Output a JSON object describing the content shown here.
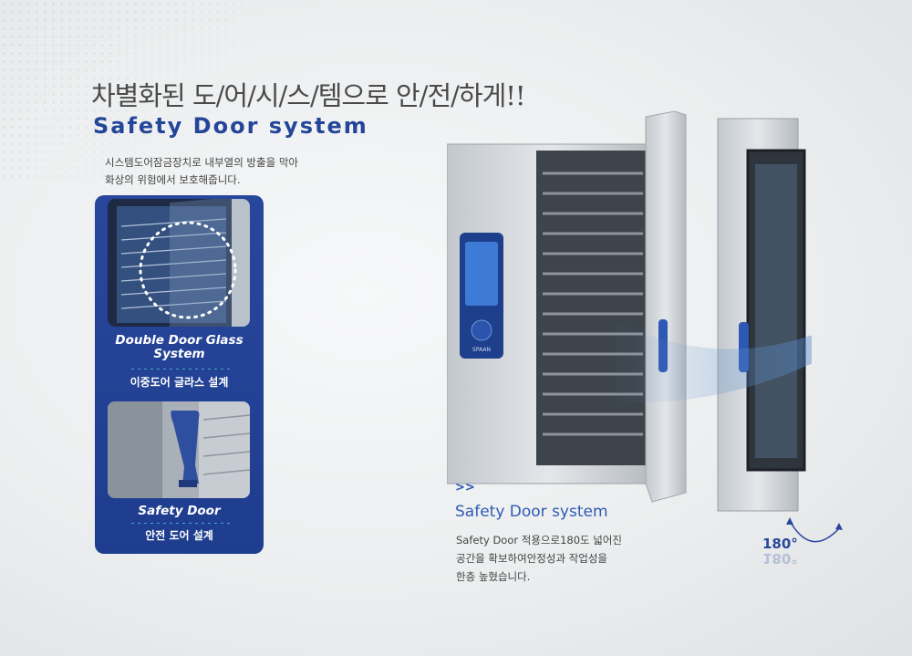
{
  "heading": {
    "korean": "차별화된 도/어/시/스/템으로 안/전/하게!!",
    "english": "Safety Door system"
  },
  "intro": {
    "line1": "시스템도어잠금장치로 내부열의 방출을 막아",
    "line2": "화상의 위험에서 보호해줍니다."
  },
  "features": [
    {
      "title_line1": "Double Door Glass",
      "title_line2": "System",
      "korean": "이중도어 글라스 설계"
    },
    {
      "title_line1": "Safety Door",
      "korean": "안전 도어 설계"
    }
  ],
  "oven": {
    "brand": "SPAAN"
  },
  "detail": {
    "marker": ">>",
    "title": "Safety Door system",
    "line1": "Safety Door 적용으로180도 넓어진",
    "line2": "공간을 확보하여안정성과 작업성을",
    "line3": "한층 높혔습니다.",
    "angle": "180°"
  },
  "colors": {
    "brand_blue": "#25459a",
    "accent_cyan": "#49c3d8"
  }
}
